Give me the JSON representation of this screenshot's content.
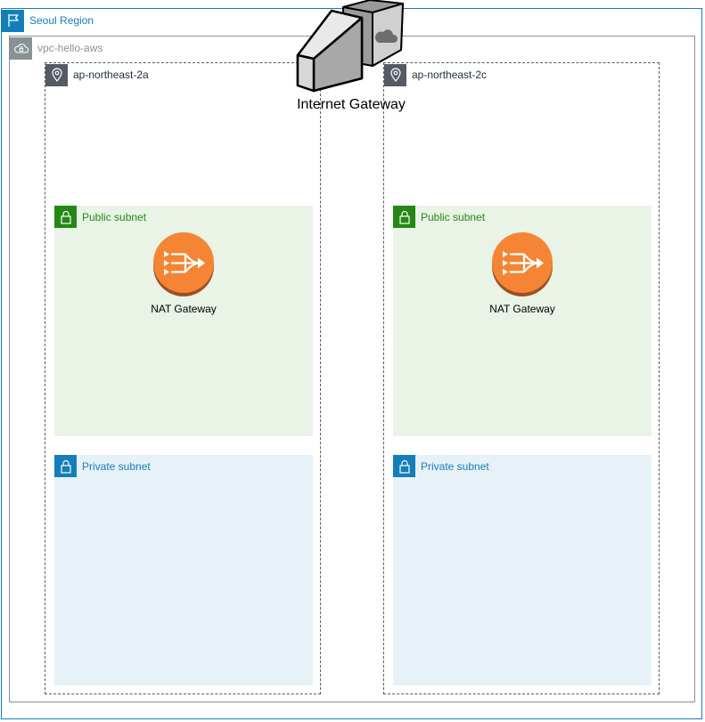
{
  "region": {
    "label": "Seoul Region",
    "icon": "flag-icon",
    "color": "#147eba"
  },
  "vpc": {
    "label": "vpc-hello-aws",
    "icon": "cloud-lock-icon",
    "color": "#879196"
  },
  "internet_gateway": {
    "label": "Internet Gateway",
    "icon": "internet-gateway-icon"
  },
  "zones": [
    {
      "label": "ap-northeast-2a",
      "icon": "location-pin-icon",
      "public_subnet": {
        "label": "Public subnet",
        "icon": "lock-icon",
        "color": "#248814"
      },
      "nat_gateway": {
        "label": "NAT Gateway",
        "icon": "nat-gateway-icon",
        "color": "#f58534"
      },
      "private_subnet": {
        "label": "Private subnet",
        "icon": "lock-icon",
        "color": "#147eba"
      }
    },
    {
      "label": "ap-northeast-2c",
      "icon": "location-pin-icon",
      "public_subnet": {
        "label": "Public subnet",
        "icon": "lock-icon",
        "color": "#248814"
      },
      "nat_gateway": {
        "label": "NAT Gateway",
        "icon": "nat-gateway-icon",
        "color": "#f58534"
      },
      "private_subnet": {
        "label": "Private subnet",
        "icon": "lock-icon",
        "color": "#147eba"
      }
    }
  ]
}
